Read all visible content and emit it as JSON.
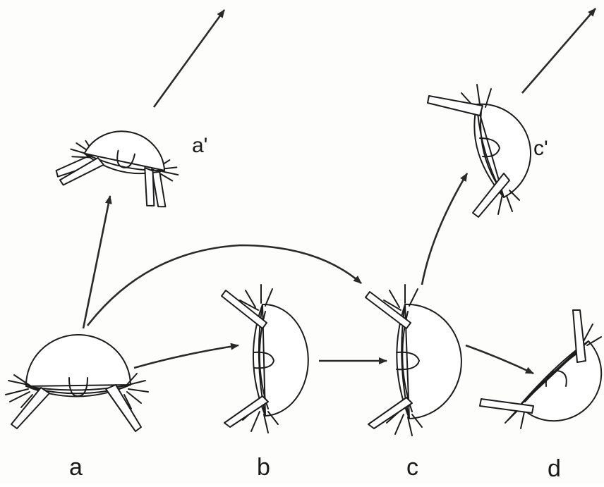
{
  "figure": {
    "background": "#fdfdfc",
    "ink_color": "#1c1c1c",
    "stages": [
      {
        "id": "a",
        "label": "a"
      },
      {
        "id": "b",
        "label": "b"
      },
      {
        "id": "c",
        "label": "c"
      },
      {
        "id": "d",
        "label": "d"
      },
      {
        "id": "a_prime",
        "label": "a'"
      },
      {
        "id": "c_prime",
        "label": "c'"
      }
    ],
    "transitions": [
      {
        "from": "a",
        "to": "a'"
      },
      {
        "from": "a",
        "to": "b"
      },
      {
        "from": "a",
        "to": "c"
      },
      {
        "from": "b",
        "to": "c"
      },
      {
        "from": "c",
        "to": "c'"
      },
      {
        "from": "c",
        "to": "d"
      },
      {
        "from": "a'",
        "to": "exit"
      },
      {
        "from": "c'",
        "to": "exit"
      }
    ]
  }
}
